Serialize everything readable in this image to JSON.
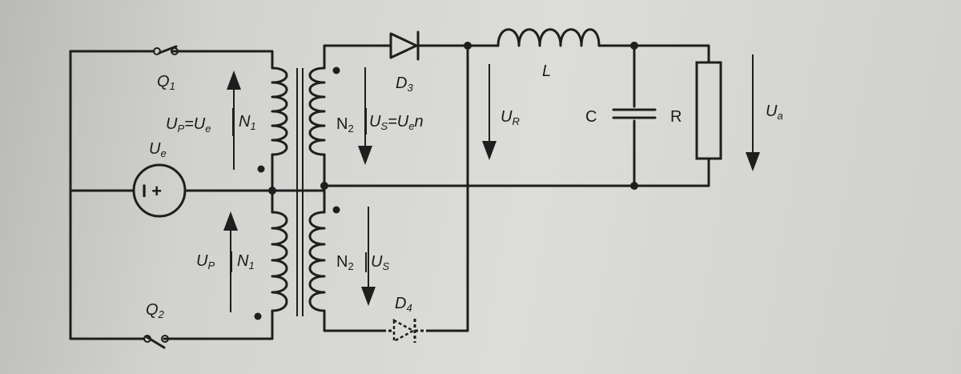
{
  "labels": {
    "q1": "Q",
    "q1_sub": "1",
    "q2": "Q",
    "q2_sub": "2",
    "d3": "D",
    "d3_sub": "3",
    "d4": "D",
    "d4_sub": "4",
    "up_top_a": "U",
    "up_top_a_sub": "P",
    "up_top_eq": "=U",
    "up_top_eq_sub": "e",
    "n1_top": "N",
    "n1_top_sub": "1",
    "ue": "U",
    "ue_sub": "e",
    "source_symbol": "I +",
    "n2_top": "N",
    "n2_top_sub": "2",
    "us_top": "U",
    "us_top_sub": "S",
    "us_top_eq": "=U",
    "us_top_eq_sub": "e",
    "us_top_n": "n",
    "ur": "U",
    "ur_sub": "R",
    "l": "L",
    "c": "C",
    "r": "R",
    "ua": "U",
    "ua_sub": "a",
    "up_bot": "U",
    "up_bot_sub": "P",
    "n1_bot": "N",
    "n1_bot_sub": "1",
    "n2_bot": "N",
    "n2_bot_sub": "2",
    "us_bot": "U",
    "us_bot_sub": "S"
  },
  "colors": {
    "ink": "#1e1e1e",
    "paper": "#d6d6d3"
  }
}
